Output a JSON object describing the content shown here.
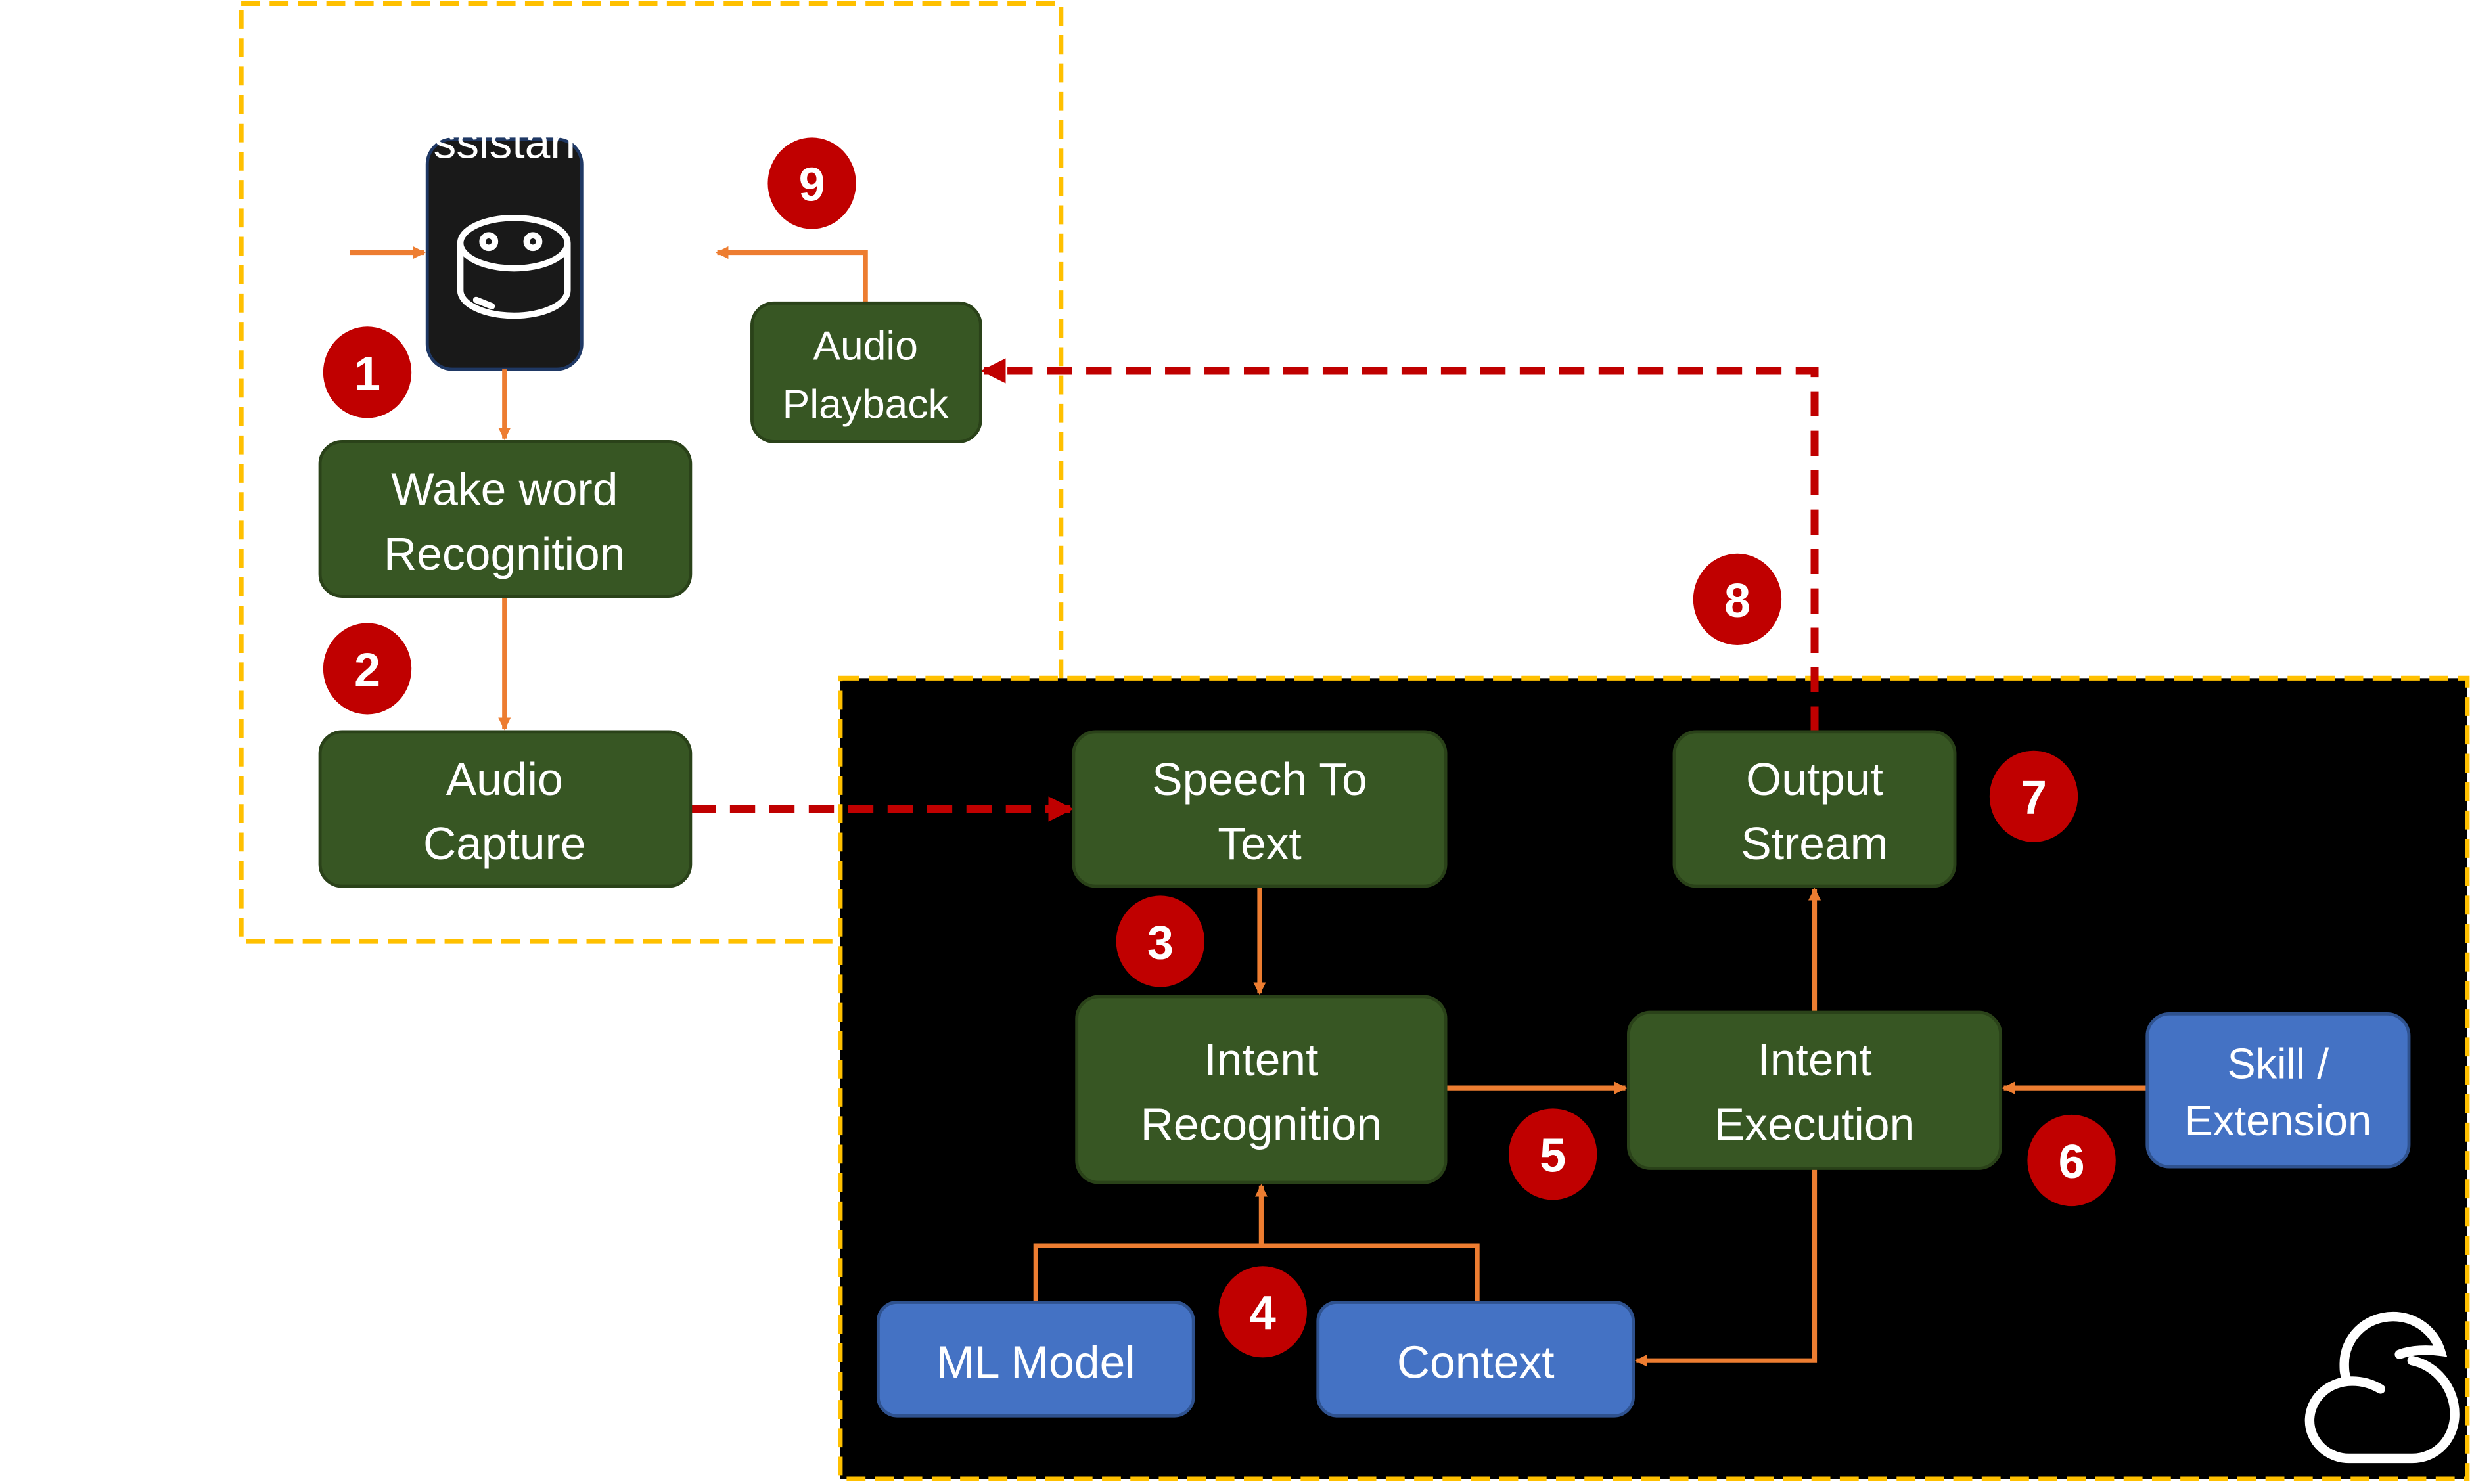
{
  "colors": {
    "process": "#375623",
    "data": "#4472c4",
    "badge": "#c00000",
    "flow": "#ed7d31",
    "network": "#c00000",
    "boundary": "#ffc000",
    "cloud_bg": "#000000"
  },
  "device": {
    "label": "ssistan",
    "icon": "smart-speaker-icon"
  },
  "boxes": {
    "wake": [
      "Wake word",
      "Recognition"
    ],
    "capture": [
      "Audio",
      "Capture"
    ],
    "playback": [
      "Audio",
      "Playback"
    ],
    "stt": [
      "Speech To",
      "Text"
    ],
    "intent_rec": [
      "Intent",
      "Recognition"
    ],
    "output": [
      "Output",
      "Stream"
    ],
    "intent_exec": [
      "Intent",
      "Execution"
    ],
    "skill": [
      "Skill /",
      "Extension"
    ],
    "ml": "ML Model",
    "context": "Context"
  },
  "badges": [
    "1",
    "2",
    "3",
    "4",
    "5",
    "6",
    "7",
    "8",
    "9"
  ],
  "cloud_icon": "cloud-icon"
}
